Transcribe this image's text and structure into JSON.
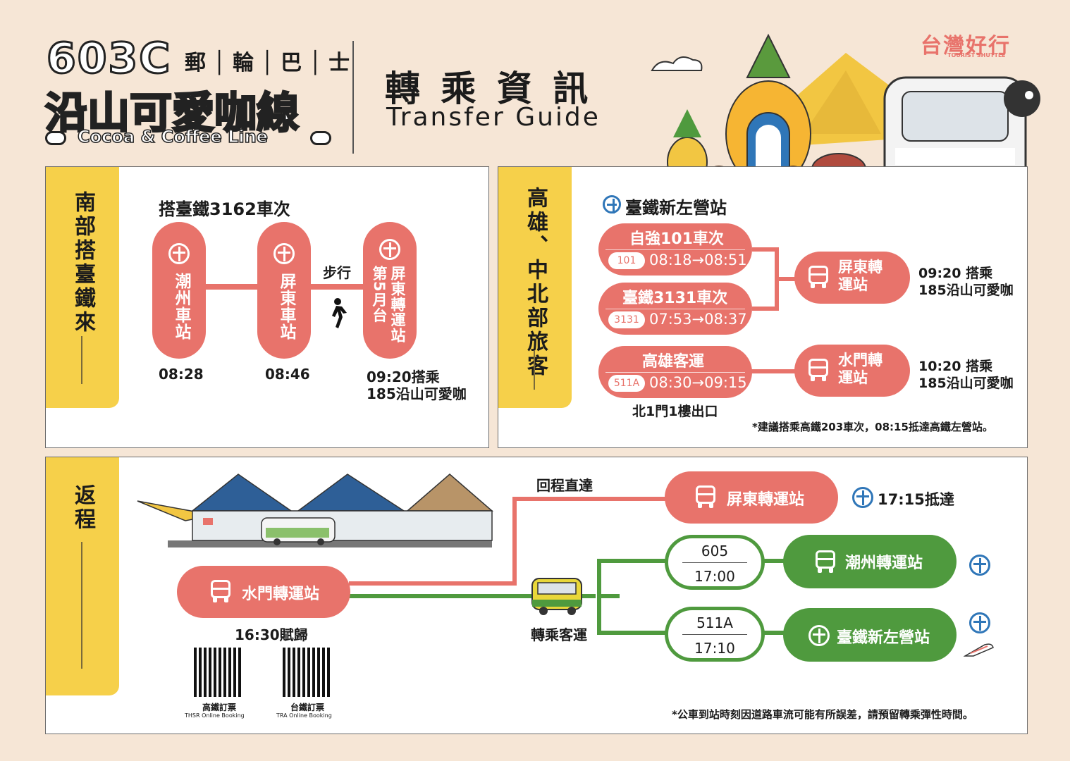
{
  "header": {
    "route_no": "603C",
    "route_type": "郵│輪│巴│士",
    "line_name": "沿山可愛咖線",
    "line_name_en": "Cocoa & Coffee Line",
    "title_zh": "轉 乘 資 訊",
    "title_en": "Transfer Guide",
    "brand": "台灣好行",
    "brand_en": "TOURIST SHUTTLE"
  },
  "south": {
    "tab_label": "南部搭臺鐵來",
    "train_title": "搭臺鐵3162車次",
    "stops": [
      {
        "name": "潮州車站",
        "time": "08:28"
      },
      {
        "name": "屏東車站",
        "time": "08:46"
      },
      {
        "name": "屏東轉運站第5月台",
        "time": "09:20搭乘",
        "note": "185沿山可愛咖"
      }
    ],
    "walk_label": "步行"
  },
  "north": {
    "tab_label": "高雄、中北部旅客",
    "station": "臺鐵新左營站",
    "routes": [
      {
        "name": "自強101車次",
        "badge": "101",
        "time": "08:18→08:51"
      },
      {
        "name": "臺鐵3131車次",
        "badge": "3131",
        "time": "07:53→08:37"
      },
      {
        "name": "高雄客運",
        "badge": "511A",
        "time": "08:30→09:15"
      }
    ],
    "transfer1": {
      "name": "屏東轉運站",
      "time": "09:20 搭乘",
      "line": "185沿山可愛咖"
    },
    "transfer2": {
      "name": "水門轉運站",
      "time": "10:20 搭乘",
      "line": "185沿山可愛咖"
    },
    "exit_note": "北1門1樓出口",
    "footnote": "*建議搭乘高鐵203車次，08:15抵達高鐵左營站。"
  },
  "return": {
    "tab_label": "返程",
    "origin": "水門轉運站",
    "origin_time": "16:30賦歸",
    "direct_label": "回程直達",
    "direct_dest": "屏東轉運站",
    "direct_arrive": "17:15抵達",
    "transfer_label": "轉乘客運",
    "options": [
      {
        "route": "605",
        "time": "17:00",
        "dest": "潮州轉運站"
      },
      {
        "route": "511A",
        "time": "17:10",
        "dest": "臺鐵新左營站"
      }
    ],
    "qr": [
      {
        "label": "高鐵訂票",
        "label_en": "THSR Online Booking"
      },
      {
        "label": "台鐵訂票",
        "label_en": "TRA Online Booking"
      }
    ],
    "footnote": "*公車到站時刻因道路車流可能有所誤差，請預留轉乘彈性時間。"
  },
  "colors": {
    "red": "#e8736b",
    "green": "#4f9a3e",
    "yellow": "#f6d04a",
    "blue": "#2f76b8",
    "bg": "#f6e6d6"
  }
}
